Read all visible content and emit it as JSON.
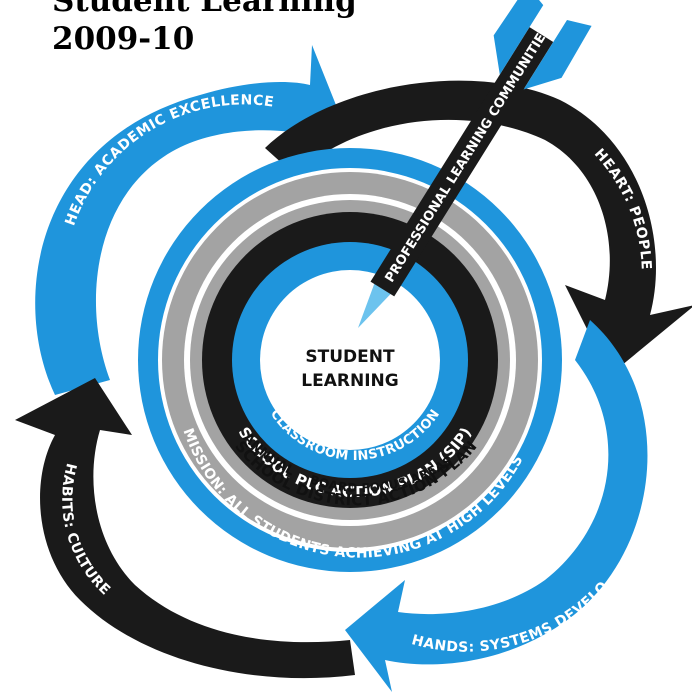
{
  "title": {
    "line1": "Student Learning",
    "line2": "2009-10"
  },
  "center": {
    "line1": "STUDENT",
    "line2": "LEARNING"
  },
  "rings": {
    "classroom": "CLASSROOM INSTRUCTION",
    "plc": "SCHOOL PLC ACTION PLAN (SIP)",
    "district": "SCHOOL DISTRICT ACTION PLAN",
    "annual": "ANNUAL",
    "board": "BOARD FOCUS AREAS",
    "mission": "MISSION: ALL STUDENTS ACHIEVING AT HIGH LEVELS"
  },
  "arrows": {
    "head": "HEAD: ACADEMIC EXCELLENCE",
    "heart": "HEART: PEOPLE",
    "hands": "HANDS: SYSTEMS DEVELOPMENT",
    "habits": "HABITS: CULTURE"
  },
  "dart": {
    "label": "PROFESSIONAL LEARNING COMMUNITIES"
  },
  "colors": {
    "blue": "#1f95dc",
    "black": "#1a1a1a",
    "gray": "#a3a3a3",
    "light_blue": "#6cc3ee"
  }
}
